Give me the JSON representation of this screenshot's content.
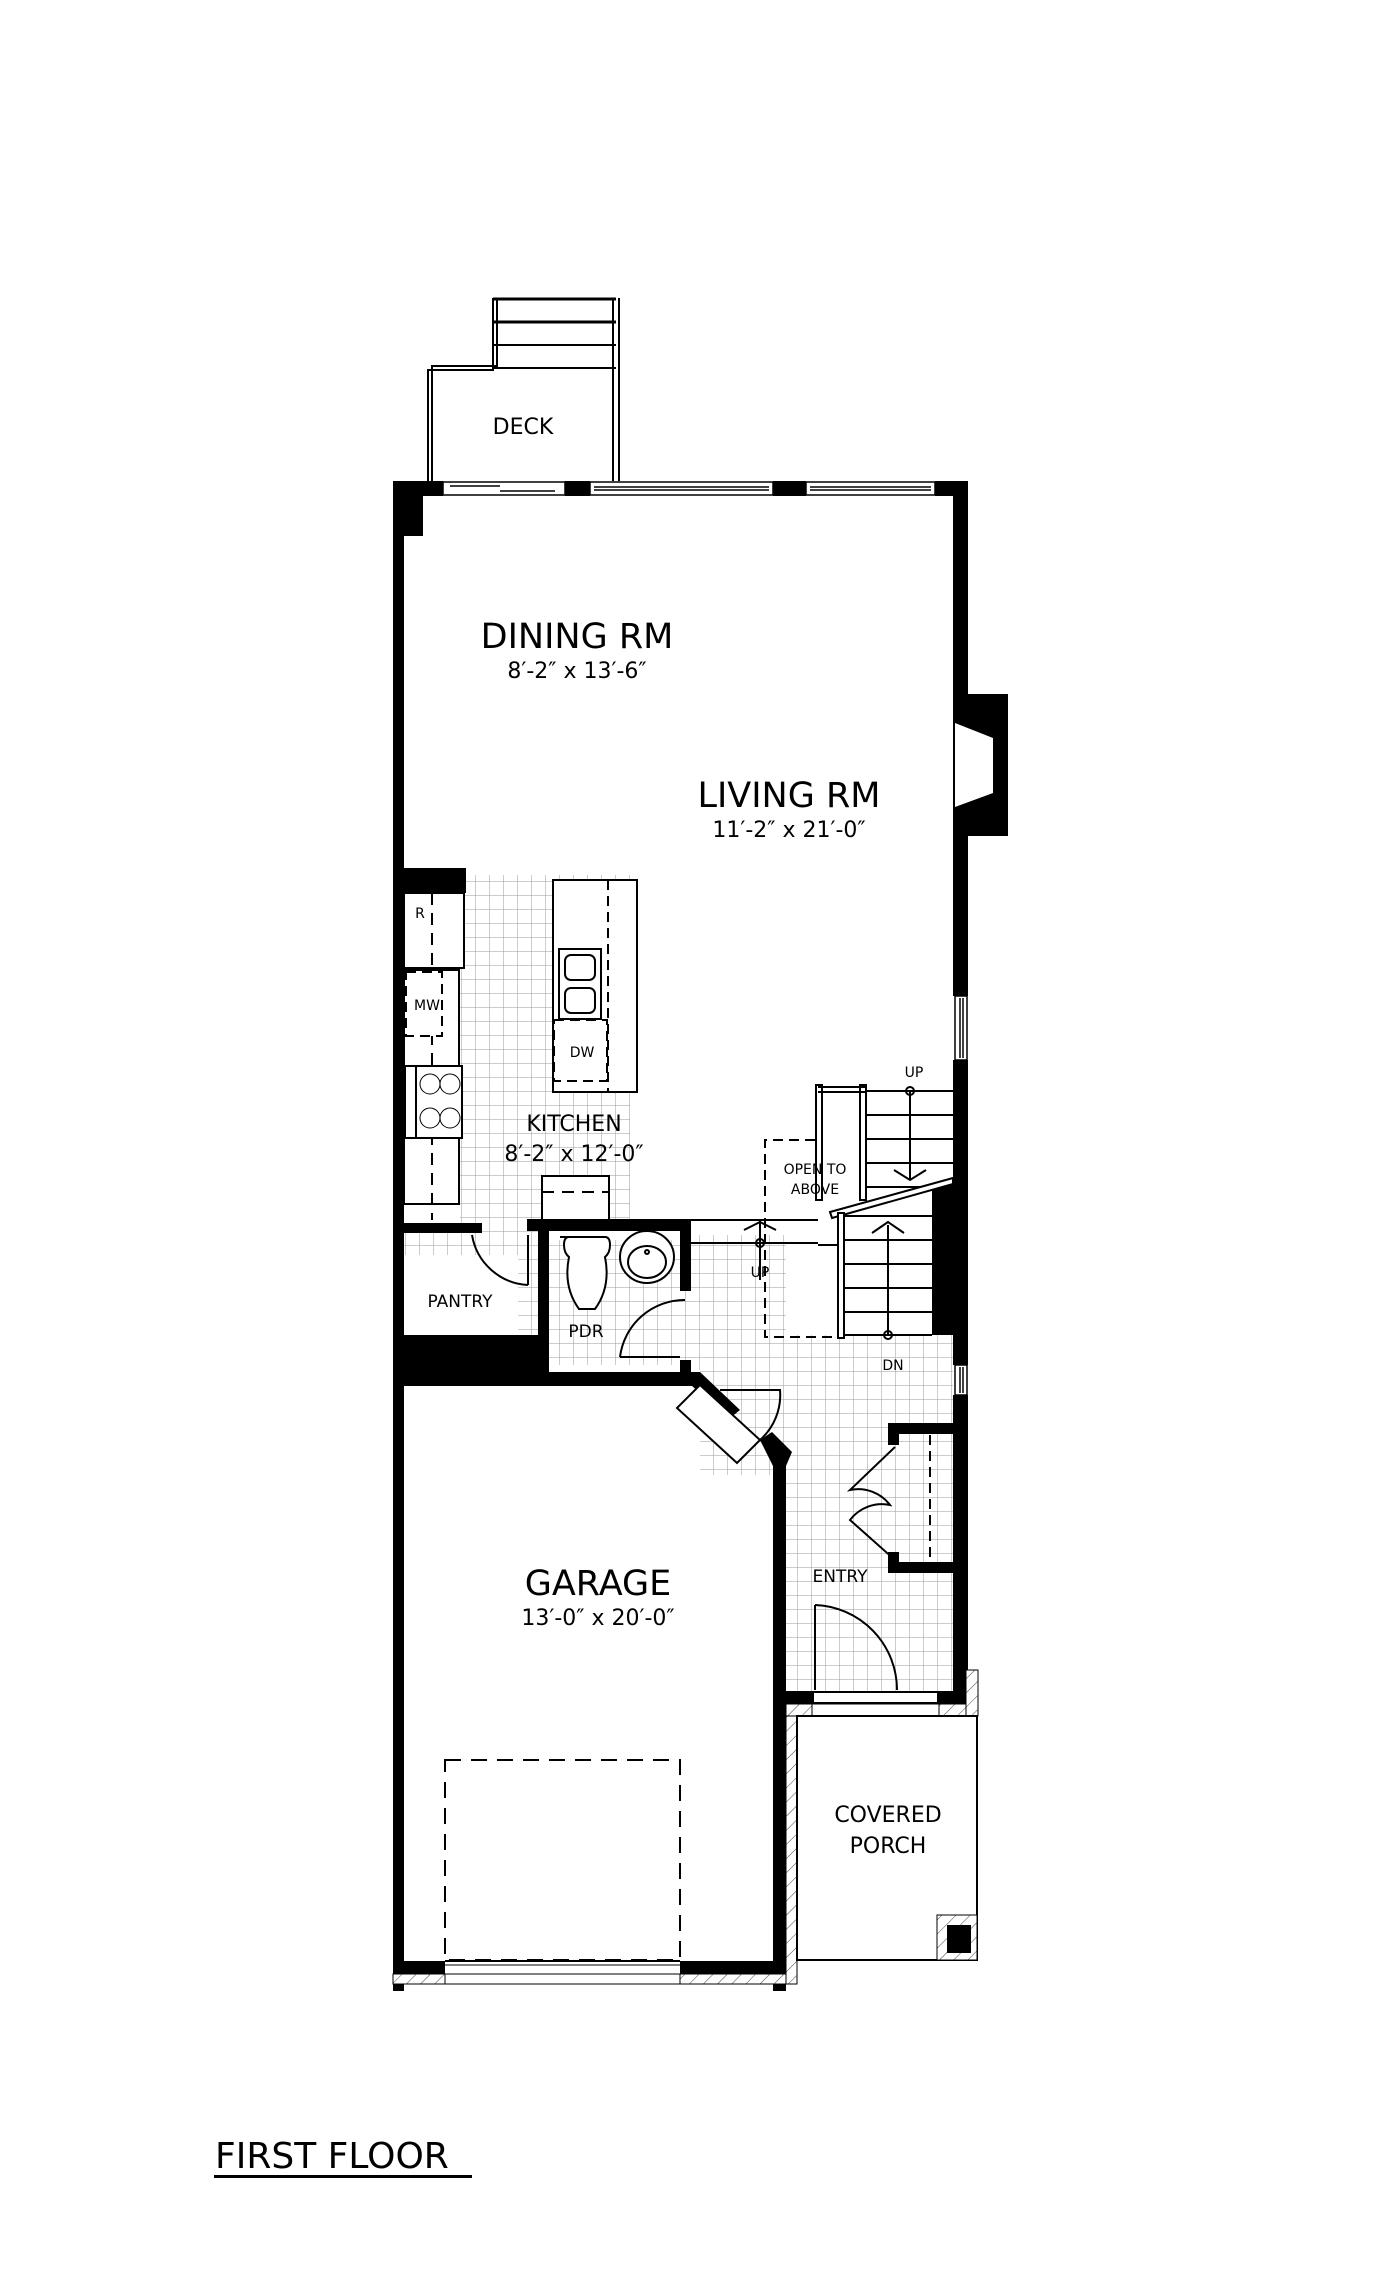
{
  "plan": {
    "title": "FIRST FLOOR",
    "rooms": {
      "deck": {
        "name": "DECK"
      },
      "dining": {
        "name": "DINING RM",
        "dims": "8′-2″ x 13′-6″"
      },
      "living": {
        "name": "LIVING RM",
        "dims": "11′-2″ x 21′-0″"
      },
      "kitchen": {
        "name": "KITCHEN",
        "dims": "8′-2″ x 12′-0″"
      },
      "pantry": {
        "name": "PANTRY"
      },
      "powder": {
        "name": "PDR"
      },
      "garage": {
        "name": "GARAGE",
        "dims": "13′-0″ x 20′-0″"
      },
      "entry": {
        "name": "ENTRY"
      },
      "porch": {
        "name_line1": "COVERED",
        "name_line2": "PORCH"
      }
    },
    "appliances": {
      "refrigerator": "R",
      "microwave": "MW",
      "dishwasher": "DW"
    },
    "stairs": {
      "open_to_above_line1": "OPEN TO",
      "open_to_above_line2": "ABOVE",
      "up_main": "UP",
      "up_small": "UP",
      "down": "DN"
    },
    "colors": {
      "wall": "#000000",
      "background": "#ffffff",
      "tile": "#9a9a9a"
    }
  }
}
